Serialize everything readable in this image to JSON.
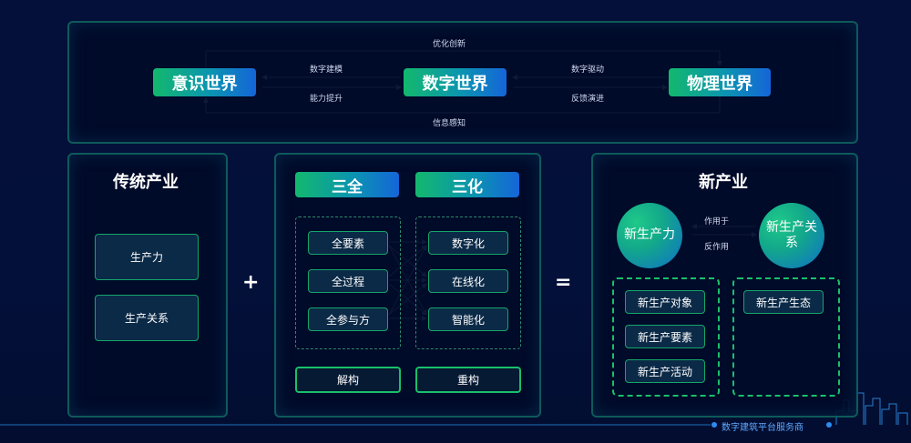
{
  "top": {
    "left_world": "意识世界",
    "mid_world": "数字世界",
    "right_world": "物理世界",
    "top_label": "优化创新",
    "bottom_label": "信息感知",
    "left_top_label": "数字建模",
    "left_bottom_label": "能力提升",
    "right_top_label": "数字驱动",
    "right_bottom_label": "反馈演进"
  },
  "traditional": {
    "title": "传统产业",
    "items": [
      "生产力",
      "生产关系"
    ]
  },
  "plus": "+",
  "equals": "=",
  "middle": {
    "head_left": "三全",
    "head_right": "三化",
    "left_items": [
      "全要素",
      "全过程",
      "全参与方"
    ],
    "right_items": [
      "数字化",
      "在线化",
      "智能化"
    ],
    "bottom_left": "解构",
    "bottom_right": "重构"
  },
  "new_industry": {
    "title": "新产业",
    "circle_left": "新生产力",
    "circle_right": "新生产关系",
    "arrow_top": "作用于",
    "arrow_bottom": "反作用",
    "left_items": [
      "新生产对象",
      "新生产要素",
      "新生产活动"
    ],
    "right_items": [
      "新生产生态"
    ]
  },
  "footer": {
    "brand": "数字建筑平台服务商"
  }
}
